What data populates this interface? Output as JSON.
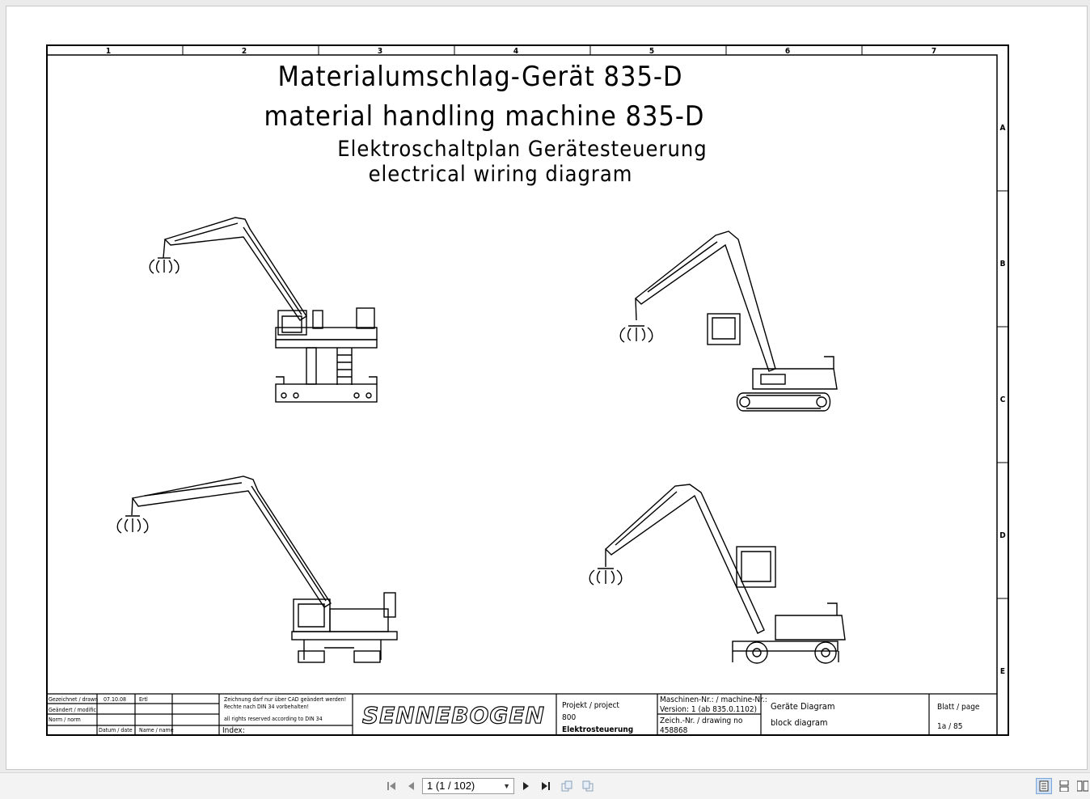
{
  "document": {
    "title_de": "Materialumschlag-Gerät 835-D",
    "title_en": "material handling machine 835-D",
    "subtitle_de": "Elektroschaltplan Gerätesteuerung",
    "subtitle_en": "electrical wiring diagram",
    "columns": [
      "1",
      "2",
      "3",
      "4",
      "5",
      "6",
      "7"
    ],
    "rows": [
      "A",
      "B",
      "C",
      "D",
      "E"
    ]
  },
  "title_block": {
    "row1_label": "Gezeichnet / drawn",
    "row1_date": "07.10.08",
    "row1_name": "Ertl",
    "row2_label": "Geändert / modific.",
    "row3_label": "Norm / norm",
    "footer_date": "Datum / date",
    "footer_name": "Name / name",
    "note1": "Zeichnung darf nur  über CAD geändert werden!",
    "note2": "Rechte nach DIN 34 vorbehalten!",
    "note3": "all rights reserved according to DIN 34",
    "index_label": "Index:",
    "logo": "SENNEBOGEN",
    "project_label": "Projekt / project",
    "project_number": "800",
    "project_name": "Elektrosteuerung",
    "machine_label": "Maschinen-Nr.:  / machine-Nr.:",
    "version": "Version: 1 (ab 835.0.1102)",
    "drawing_label": "Zeich.-Nr. / drawing no",
    "drawing_number": "458868",
    "diagram_de": "Geräte Diagram",
    "diagram_en": "block diagram",
    "page_label": "Blatt / page",
    "page_value": "1a / 85"
  },
  "toolbar": {
    "page_display": "1 (1 / 102)",
    "icons": [
      "first-page-icon",
      "prev-page-icon",
      "next-page-icon",
      "last-page-icon",
      "rotate-cw-icon",
      "rotate-ccw-icon",
      "single-page-view-icon",
      "continuous-view-icon",
      "two-page-view-icon"
    ]
  }
}
